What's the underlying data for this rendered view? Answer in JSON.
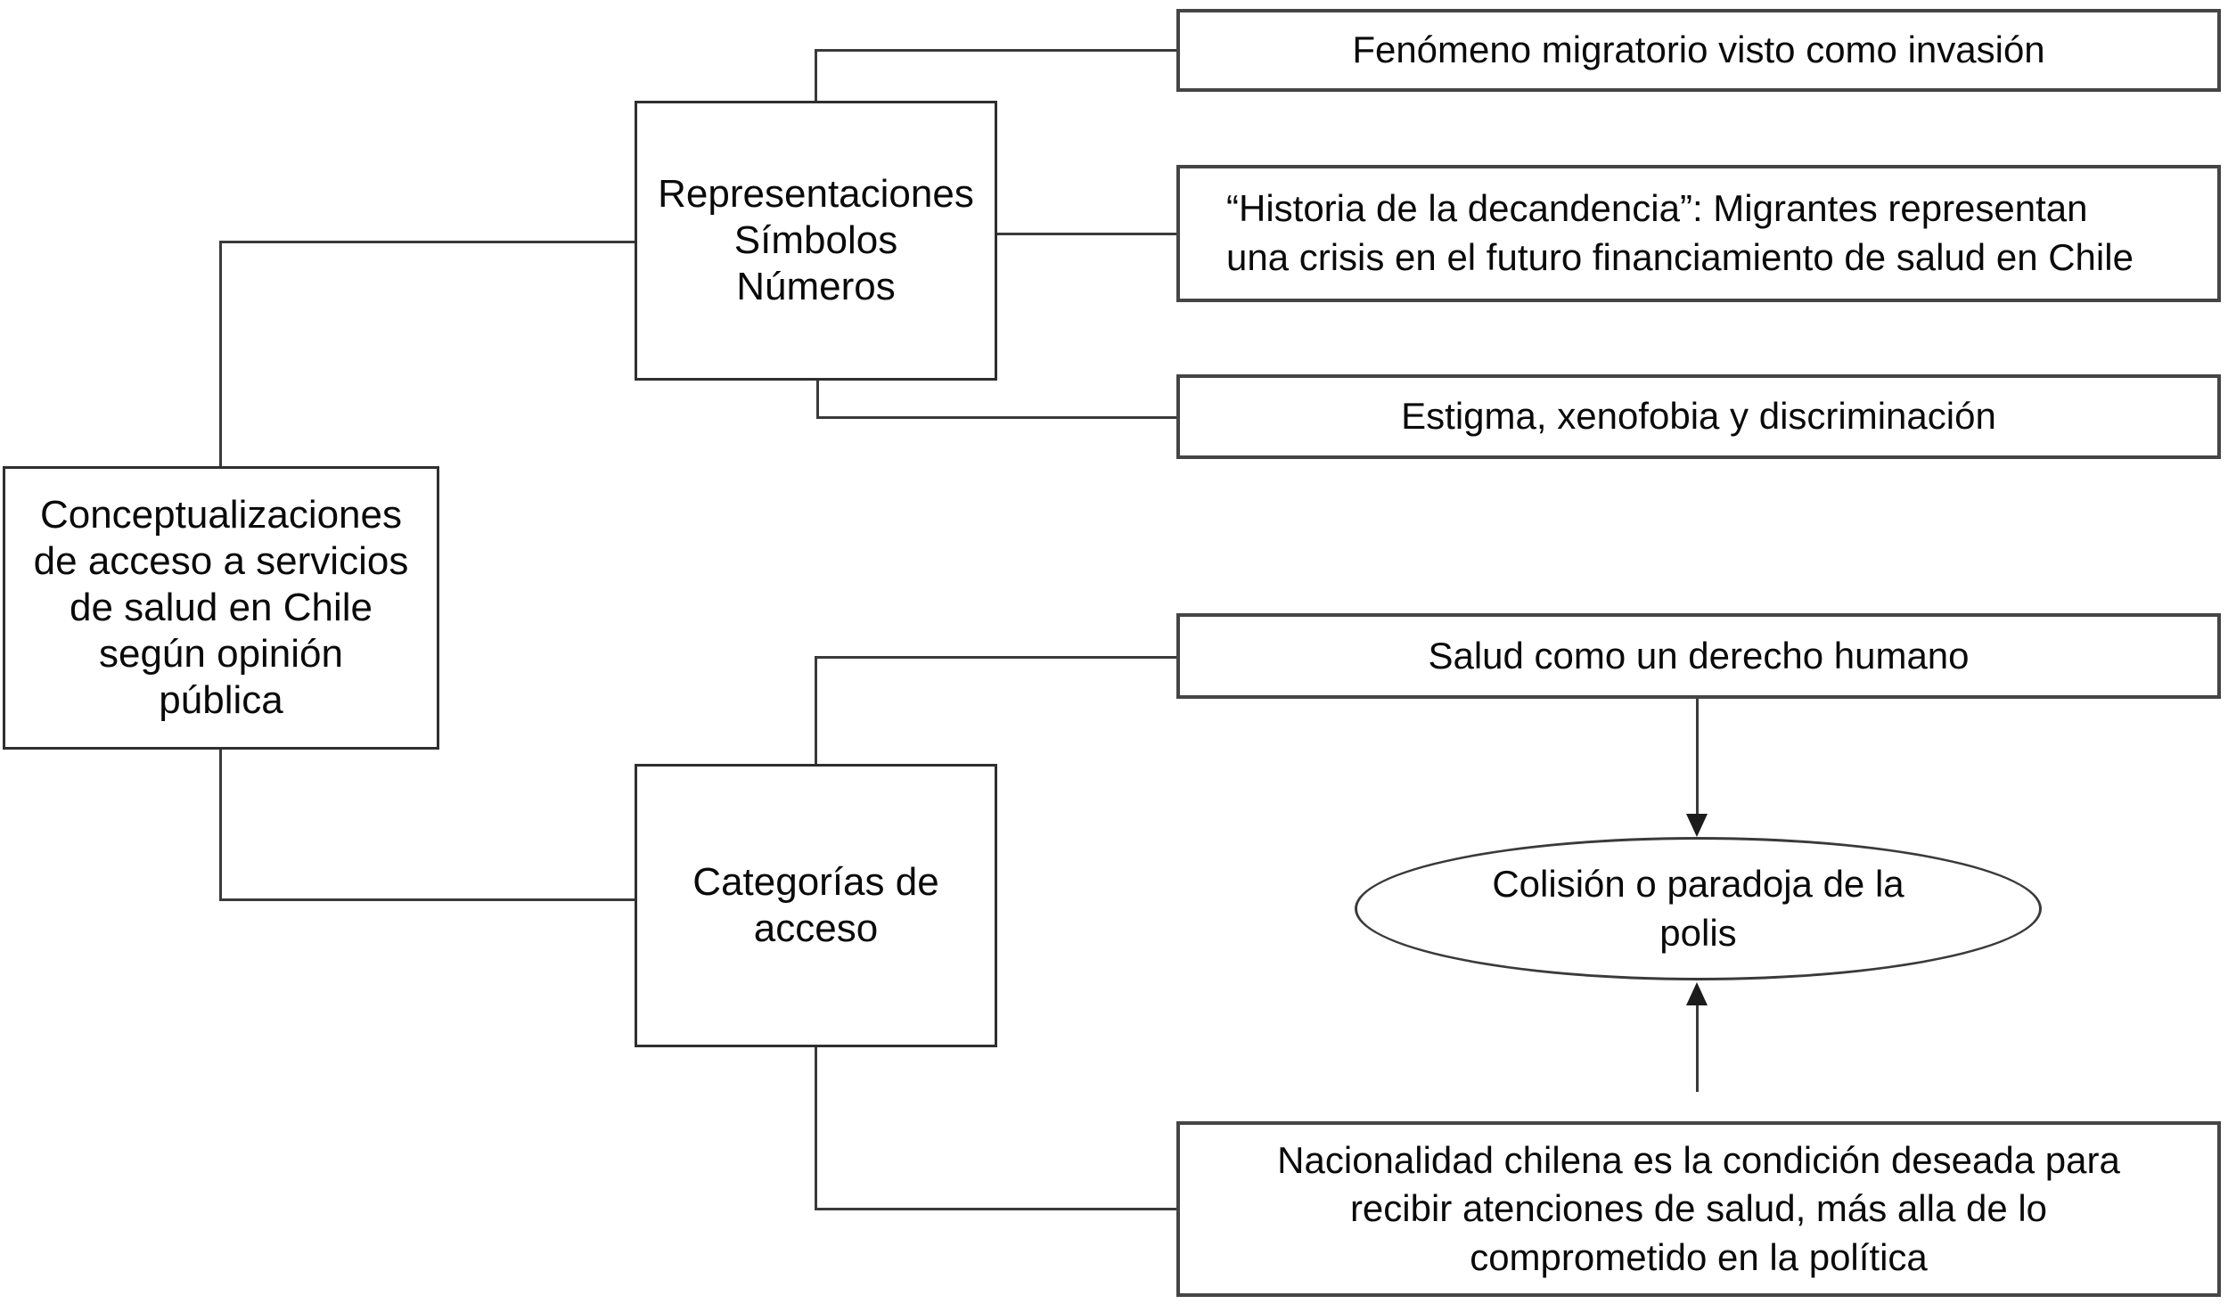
{
  "figure": {
    "type": "flowchart",
    "style": {
      "background": "#ffffff",
      "box_fill": "#ffffff",
      "line_color": "#3a3a3a",
      "text_color": "#0a0a0a"
    },
    "nodes": {
      "conceptualizaciones": {
        "label": "Conceptualizaciones\nde acceso a servicios\nde salud en Chile\nsegún opinión\npública",
        "shape": "rectangle",
        "role": "root"
      },
      "representaciones": {
        "label": "Representaciones\nSímbolos\nNúmeros",
        "shape": "rectangle",
        "role": "branch"
      },
      "categorias": {
        "label": "Categorías de\nacceso",
        "shape": "rectangle",
        "role": "branch"
      },
      "fenomeno": {
        "label": "Fenómeno migratorio visto como invasión",
        "shape": "rectangle",
        "role": "leaf"
      },
      "historia": {
        "label": "“Historia de la decandencia”: Migrantes representan\nuna crisis en el futuro financiamiento de salud en Chile",
        "shape": "rectangle",
        "role": "leaf"
      },
      "estigma": {
        "label": "Estigma, xenofobia y discriminación",
        "shape": "rectangle",
        "role": "leaf"
      },
      "salud": {
        "label": "Salud como un derecho humano",
        "shape": "rectangle",
        "role": "leaf"
      },
      "nacionalidad": {
        "label": "Nacionalidad chilena es la condición deseada para\nrecibir atenciones de salud, más alla de lo\ncomprometido en la política",
        "shape": "rectangle",
        "role": "leaf"
      },
      "colision": {
        "label": "Colisión o paradoja de la\npolis",
        "shape": "ellipse",
        "role": "outcome"
      }
    },
    "edges": [
      {
        "from": "conceptualizaciones",
        "to": "representaciones",
        "arrow": false
      },
      {
        "from": "conceptualizaciones",
        "to": "categorias",
        "arrow": false
      },
      {
        "from": "representaciones",
        "to": "fenomeno",
        "arrow": false
      },
      {
        "from": "representaciones",
        "to": "historia",
        "arrow": false
      },
      {
        "from": "representaciones",
        "to": "estigma",
        "arrow": false
      },
      {
        "from": "categorias",
        "to": "salud",
        "arrow": false
      },
      {
        "from": "categorias",
        "to": "nacionalidad",
        "arrow": false
      },
      {
        "from": "salud",
        "to": "colision",
        "arrow": true
      },
      {
        "from": "nacionalidad",
        "to": "colision",
        "arrow": true
      }
    ]
  }
}
